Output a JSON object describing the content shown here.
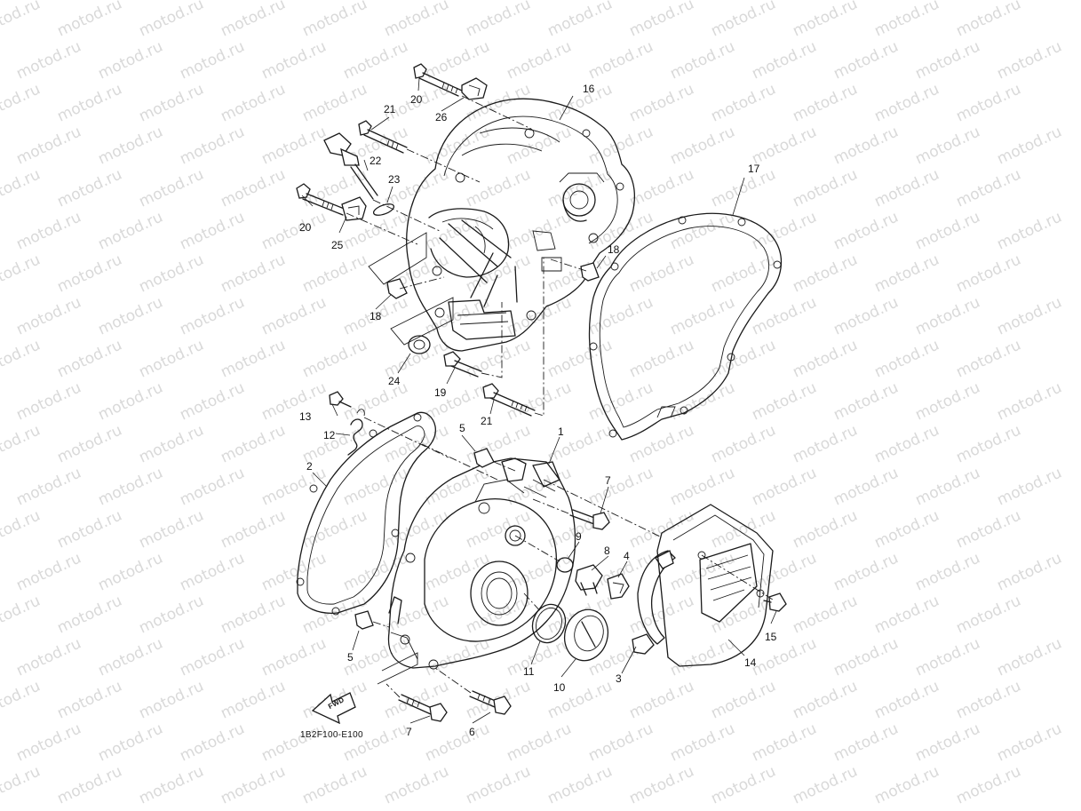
{
  "diagram": {
    "watermark_text": "motod.ru",
    "drawing_code": "1B2F100-E100",
    "fwd_label": "FWD",
    "callouts": [
      {
        "id": "c20a",
        "label": "20"
      },
      {
        "id": "c26",
        "label": "26"
      },
      {
        "id": "c16",
        "label": "16"
      },
      {
        "id": "c21a",
        "label": "21"
      },
      {
        "id": "c22",
        "label": "22"
      },
      {
        "id": "c23",
        "label": "23"
      },
      {
        "id": "c20b",
        "label": "20"
      },
      {
        "id": "c25",
        "label": "25"
      },
      {
        "id": "c17",
        "label": "17"
      },
      {
        "id": "c18a",
        "label": "18"
      },
      {
        "id": "c18b",
        "label": "18"
      },
      {
        "id": "c24",
        "label": "24"
      },
      {
        "id": "c19",
        "label": "19"
      },
      {
        "id": "c21b",
        "label": "21"
      },
      {
        "id": "c13",
        "label": "13"
      },
      {
        "id": "c12",
        "label": "12"
      },
      {
        "id": "c5a",
        "label": "5"
      },
      {
        "id": "c1",
        "label": "1"
      },
      {
        "id": "c2",
        "label": "2"
      },
      {
        "id": "c7a",
        "label": "7"
      },
      {
        "id": "c9",
        "label": "9"
      },
      {
        "id": "c8",
        "label": "8"
      },
      {
        "id": "c4",
        "label": "4"
      },
      {
        "id": "c15",
        "label": "15"
      },
      {
        "id": "c14",
        "label": "14"
      },
      {
        "id": "c11",
        "label": "11"
      },
      {
        "id": "c10",
        "label": "10"
      },
      {
        "id": "c3",
        "label": "3"
      },
      {
        "id": "c5b",
        "label": "5"
      },
      {
        "id": "c7b",
        "label": "7"
      },
      {
        "id": "c6",
        "label": "6"
      }
    ]
  }
}
